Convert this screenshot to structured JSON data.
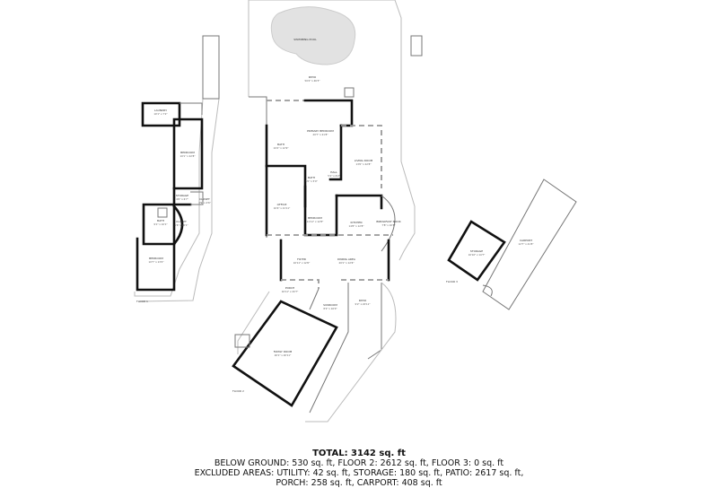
{
  "floors": {
    "floor1": {
      "label": "FLOOR 1",
      "rooms": [
        {
          "name": "LAUNDRY",
          "dim": "10'1\" x 7'2\""
        },
        {
          "name": "BEDROOM",
          "dim": "10'1\" x 22'8\""
        },
        {
          "name": "STORAGE",
          "dim": "4'6\" x 6'7\""
        },
        {
          "name": "CLOSET",
          "dim": "3'9\" x 4'6\""
        },
        {
          "name": "BATH",
          "dim": "9'1\" x 10'1\""
        },
        {
          "name": "CLOSET",
          "dim": "4'6\" x 10'1\""
        },
        {
          "name": "BEDROOM",
          "dim": "10'7\" x 13'0\""
        }
      ]
    },
    "floor2": {
      "label": "FLOOR 2",
      "rooms": [
        {
          "name": "SWIMMING POOL",
          "dim": ""
        },
        {
          "name": "PATIO",
          "dim": "50'4\" x 46'3\""
        },
        {
          "name": "PRIMARY BEDROOM",
          "dim": "20'7\" x 21'8\""
        },
        {
          "name": "BATH",
          "dim": "10'2\" x 12'9\""
        },
        {
          "name": "LIVING ROOM",
          "dim": "13'0\" x 22'8\""
        },
        {
          "name": "BATH",
          "dim": "5'0\" x 5'0\""
        },
        {
          "name": "HALL",
          "dim": "5'1\" x 6'2\""
        },
        {
          "name": "OFFICE",
          "dim": "10'4\" x 21'11\""
        },
        {
          "name": "BEDROOM",
          "dim": "11'11\" x 12'8\""
        },
        {
          "name": "KITCHEN",
          "dim": "14'8\" x 12'8\""
        },
        {
          "name": "BREAKFAST NOOK",
          "dim": "7'8\" x 10'8\""
        },
        {
          "name": "FOYER",
          "dim": "10'11\" x 12'6\""
        },
        {
          "name": "DINING AREA",
          "dim": "20'1\" x 12'6\""
        },
        {
          "name": "PORCH",
          "dim": "16'11\" x 20'7\""
        },
        {
          "name": "SUNROOM",
          "dim": "8'2\" x 16'0\""
        },
        {
          "name": "PATIO",
          "dim": "9'2\" x 20'11\""
        },
        {
          "name": "FAMILY ROOM",
          "dim": "20'1\" x 20'11\""
        }
      ]
    },
    "floor3": {
      "label": "FLOOR 3",
      "rooms": [
        {
          "name": "STORAGE",
          "dim": "10'10\" x 14'7\""
        },
        {
          "name": "CARPORT",
          "dim": "12'7\" x 41'8\""
        }
      ]
    }
  },
  "summary": {
    "total": "TOTAL: 3142 sq. ft",
    "line1": "BELOW GROUND: 530 sq. ft, FLOOR 2: 2612 sq. ft, FLOOR 3: 0 sq. ft",
    "line2": "EXCLUDED AREAS: UTILITY: 42 sq. ft, STORAGE: 180 sq. ft, PATIO: 2617 sq. ft,",
    "line3": "PORCH: 258 sq. ft, CARPORT: 408 sq. ft"
  }
}
